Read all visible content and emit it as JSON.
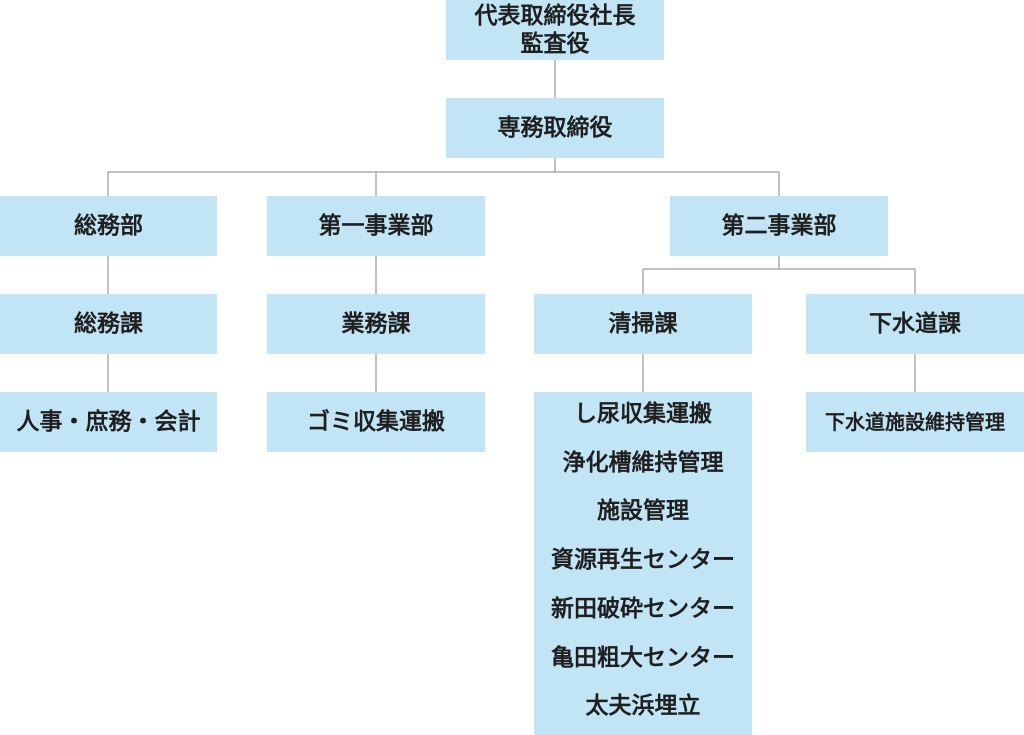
{
  "org": {
    "top": {
      "line1": "代表取締役社長",
      "line2": "監査役"
    },
    "managing_director": "専務取締役",
    "departments": [
      {
        "name": "総務部",
        "section": "総務課",
        "duties": [
          "人事・庶務・会計"
        ]
      },
      {
        "name": "第一事業部",
        "section": "業務課",
        "duties": [
          "ゴミ収集運搬"
        ]
      },
      {
        "name": "第二事業部",
        "sections": [
          {
            "name": "清掃課",
            "duties": [
              "し尿収集運搬",
              "浄化槽維持管理",
              "施設管理",
              "資源再生センター",
              "新田破砕センター",
              "亀田粗大センター",
              "太夫浜埋立"
            ]
          },
          {
            "name": "下水道課",
            "duties": [
              "下水道施設維持管理"
            ]
          }
        ]
      }
    ]
  }
}
